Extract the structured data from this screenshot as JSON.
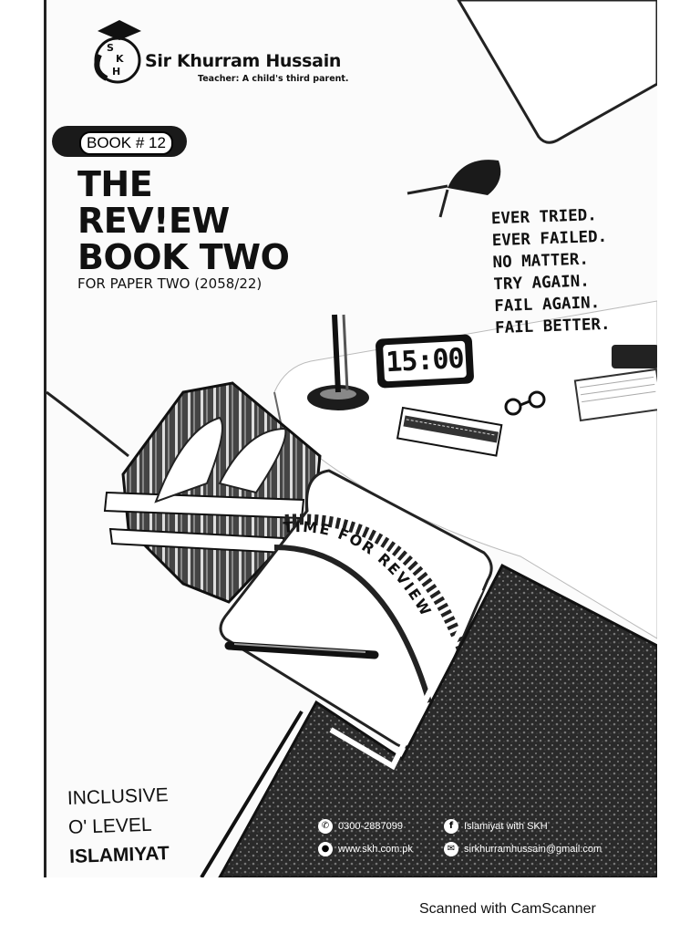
{
  "brand": {
    "name": "Sir Khurram Hussain",
    "tagline": "Teacher: A child's third parent.",
    "monogram": [
      "S",
      "K",
      "H"
    ]
  },
  "book_label": "BOOK # 12",
  "title_lines": [
    "THE",
    "REV!EW",
    "BOOK TWO"
  ],
  "subtitle": "FOR PAPER TWO (2058/22)",
  "motto": [
    "EVER TRIED.",
    "EVER FAILED.",
    "NO MATTER.",
    "TRY AGAIN.",
    "FAIL AGAIN.",
    "FAIL BETTER."
  ],
  "clock": "15:00",
  "banner_text": "TIME FOR REVIEW",
  "level_lines": [
    "INCLUSIVE",
    "O' LEVEL",
    "ISLAMIYAT"
  ],
  "contacts": {
    "phone": "0300-2887099",
    "website": "www.skh.com.pk",
    "facebook": "Islamiyat with SKH",
    "email": "sirkhurramhussain@gmail.com",
    "icons": [
      "phone-icon",
      "location-icon",
      "facebook-icon",
      "mail-icon"
    ]
  },
  "scanner_note": "Scanned with CamScanner"
}
